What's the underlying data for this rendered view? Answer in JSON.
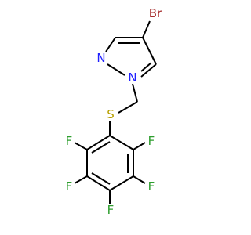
{
  "molecule": {
    "atoms": {
      "br": {
        "symbol": "Br",
        "color": "#a52a2a"
      },
      "n_ring": {
        "symbol": "N",
        "color": "#2020ff"
      },
      "n_sub": {
        "symbol": "N",
        "color": "#2020ff"
      },
      "s": {
        "symbol": "S",
        "color": "#b8a000"
      },
      "f_upper_left": {
        "symbol": "F",
        "color": "#2e9e2e"
      },
      "f_upper_right": {
        "symbol": "F",
        "color": "#2e9e2e"
      },
      "f_mid_left": {
        "symbol": "F",
        "color": "#2e9e2e"
      },
      "f_mid_right": {
        "symbol": "F",
        "color": "#2e9e2e"
      },
      "f_bottom": {
        "symbol": "F",
        "color": "#2e9e2e"
      }
    }
  }
}
